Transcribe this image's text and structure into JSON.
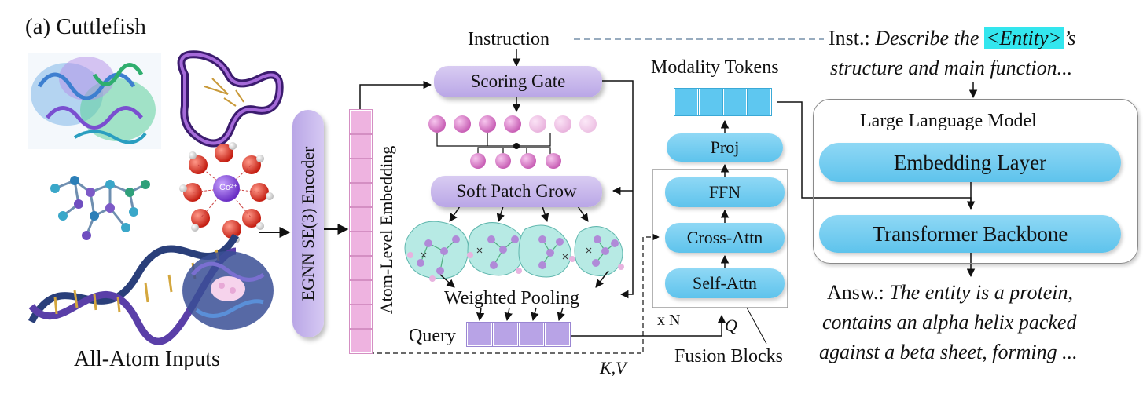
{
  "panel_label": "(a) Cuttlefish",
  "inputs": {
    "caption": "All-Atom Inputs",
    "ion_label": "Co²⁺",
    "images": [
      "protein-structure",
      "rna-hairpin",
      "metal-ion-complex",
      "small-molecule",
      "dna-helix",
      "protein-ligand-complex"
    ]
  },
  "encoder": {
    "label": "EGNN SE(3) Encoder"
  },
  "embedding": {
    "label": "Atom-Level Embedding",
    "cells": 10
  },
  "instruction": {
    "label": "Instruction"
  },
  "scoring_gate": {
    "label": "Scoring Gate"
  },
  "soft_patch_grow": {
    "label": "Soft Patch Grow"
  },
  "weighted_pooling": {
    "label": "Weighted Pooling"
  },
  "query": {
    "label": "Query",
    "cells": 4
  },
  "kv_label": "K,V",
  "q_label": "Q",
  "fusion": {
    "blocks": [
      "Self-Attn",
      "Cross-Attn",
      "FFN"
    ],
    "repeat": "x N",
    "caption": "Fusion Blocks"
  },
  "proj": {
    "label": "Proj"
  },
  "modality_tokens": {
    "label": "Modality Tokens",
    "cells": 4
  },
  "llm": {
    "title": "Large Language Model",
    "embedding_layer": "Embedding Layer",
    "backbone": "Transformer Backbone"
  },
  "instruction_text": {
    "prefix": "Inst.: ",
    "part1": "Describe the ",
    "entity": "<Entity>",
    "part2": "’s",
    "line2": "structure and main function..."
  },
  "answer_text": {
    "prefix": "Answ.: ",
    "line1": "The entity is a protein,",
    "line2": "contains an alpha helix packed",
    "line3": "against a beta sheet, forming ..."
  },
  "colors": {
    "purple_module": "#b9a6e6",
    "blue_module": "#5ec3ec",
    "embedding_pink": "#eeb3e0",
    "highlight_cyan": "#33e6ee"
  }
}
